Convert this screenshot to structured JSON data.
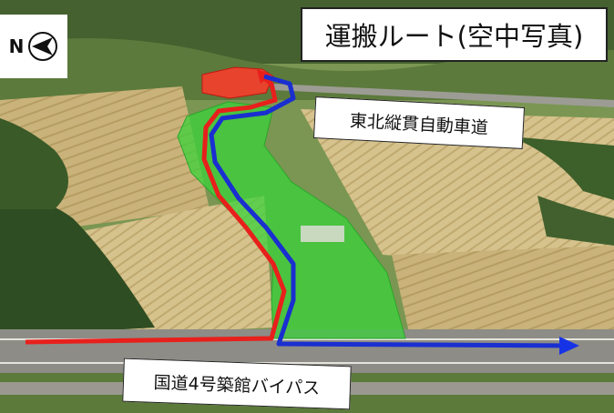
{
  "title": "運搬ルート(空中写真)",
  "labels": {
    "expressway": "東北縦貫自動車道",
    "highway": "国道4号築館バイパス"
  },
  "compass": {
    "letter": "N",
    "icon": "north-arrow-icon"
  },
  "colors": {
    "route_red": "#e8201c",
    "route_blue": "#1a2fd0",
    "area_green": "#3bd13b",
    "area_red": "#ff3a2a",
    "arrow_blue": "#1733e6"
  }
}
